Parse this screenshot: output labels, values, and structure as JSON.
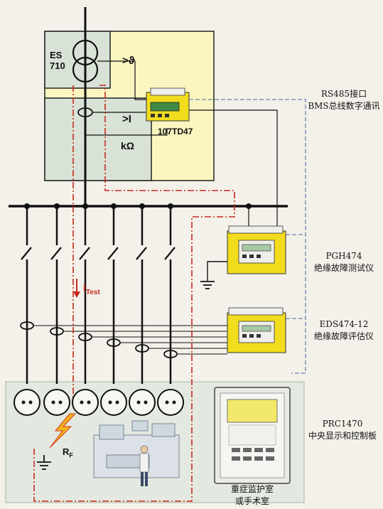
{
  "transformer": {
    "line1": "ES",
    "line2": "710"
  },
  "monitor": {
    "temp_symbol": ">ϑ",
    "current_symbol": ">I",
    "resistance_symbol": "kΩ",
    "model": "107TD47"
  },
  "bus_interface": {
    "line1": "RS485接口",
    "line2": "BMS总线数字通讯"
  },
  "test_device": {
    "model": "PGH474",
    "desc": "绝缘故障测试仪"
  },
  "evaluator": {
    "model": "EDS474-12",
    "desc": "绝缘故障评估仪"
  },
  "control_panel": {
    "model": "PRC1470",
    "desc": "中央显示和控制板"
  },
  "room": {
    "line1": "重症监护室",
    "line2": "或手术室"
  },
  "test_current": {
    "label": "I",
    "sub": "Test"
  },
  "fault": {
    "label": "R",
    "sub": "F"
  },
  "colors": {
    "panel_yellow": "#fbf6c0",
    "device_yellow": "#f2dc1e",
    "panel_gray": "#d8e2d6",
    "fault_red": "#c8281e",
    "bus_dash": "#6e7fb4"
  }
}
